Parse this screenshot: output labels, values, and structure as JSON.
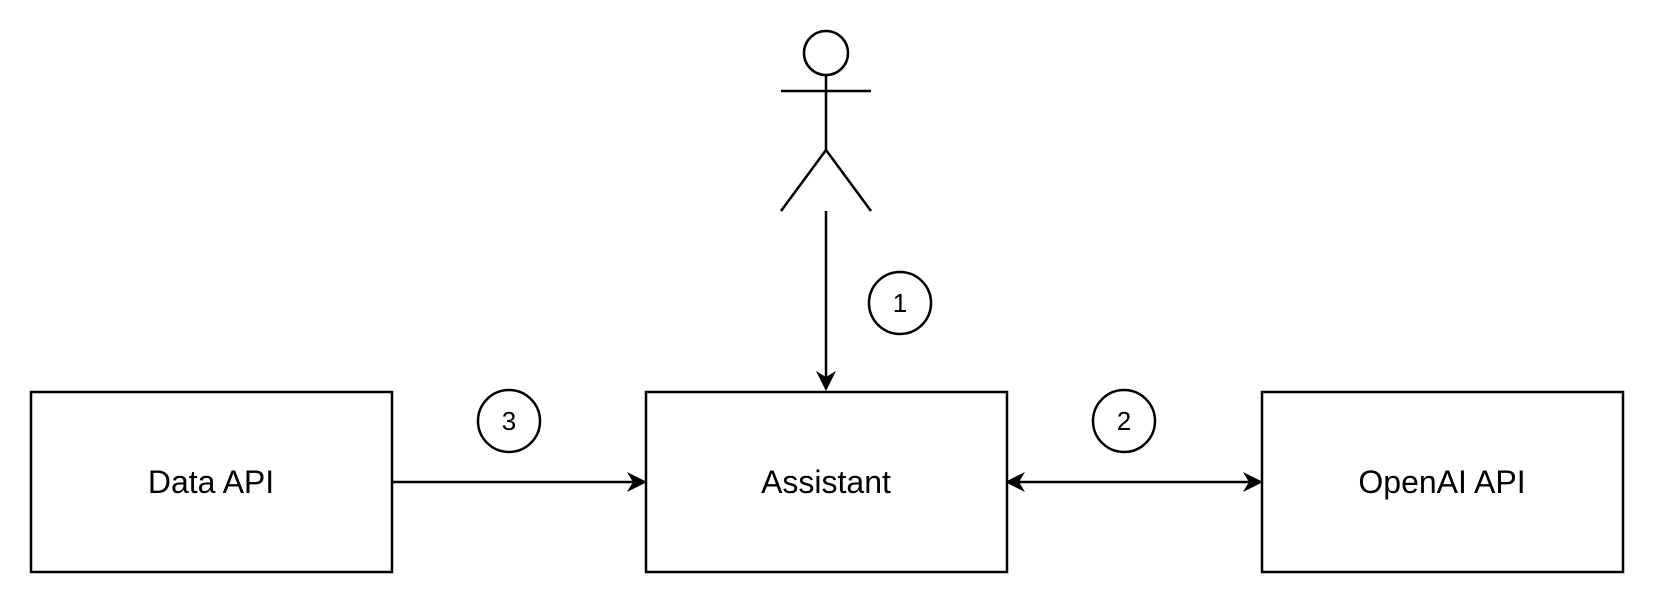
{
  "nodes": {
    "data_api": {
      "label": "Data API"
    },
    "assistant": {
      "label": "Assistant"
    },
    "openai_api": {
      "label": "OpenAI API"
    }
  },
  "steps": {
    "user_to_assistant": {
      "number": "1"
    },
    "assistant_openai": {
      "number": "2"
    },
    "data_to_assistant": {
      "number": "3"
    }
  },
  "colors": {
    "stroke": "#000000",
    "background": "#ffffff"
  }
}
